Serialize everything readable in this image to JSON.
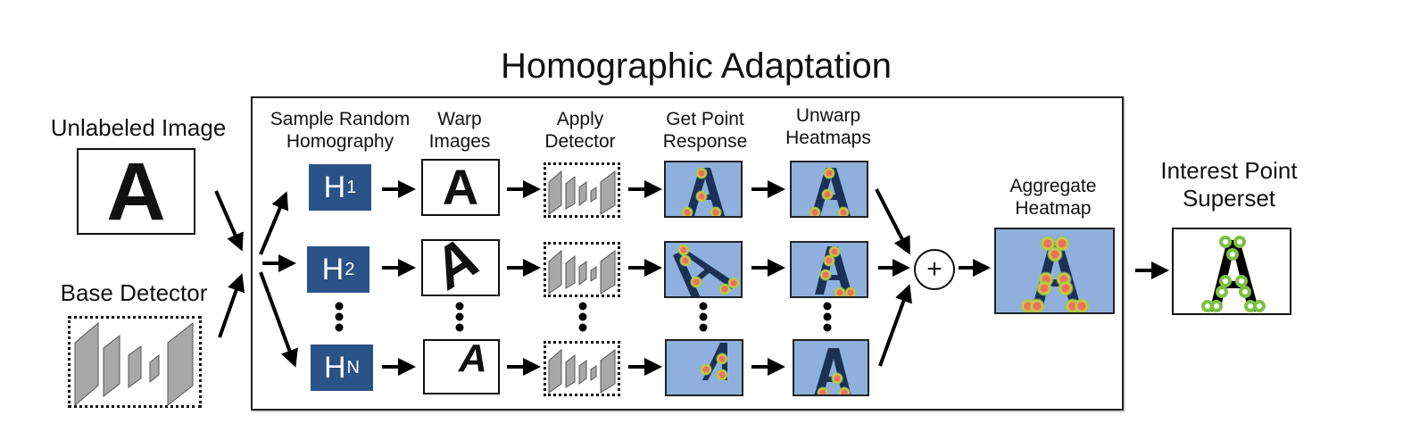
{
  "title": "Homographic Adaptation",
  "inputs": {
    "unlabeled_image": {
      "label": "Unlabeled Image",
      "glyph": "A"
    },
    "base_detector": {
      "label": "Base Detector"
    }
  },
  "stages": [
    {
      "id": "sample",
      "label_line1": "Sample Random",
      "label_line2": "Homography"
    },
    {
      "id": "warp",
      "label_line1": "Warp",
      "label_line2": "Images"
    },
    {
      "id": "apply",
      "label_line1": "Apply",
      "label_line2": "Detector"
    },
    {
      "id": "response",
      "label_line1": "Get Point",
      "label_line2": "Response"
    },
    {
      "id": "unwarp",
      "label_line1": "Unwarp",
      "label_line2": "Heatmaps"
    }
  ],
  "homographies": [
    {
      "letter": "H",
      "subscript": "1"
    },
    {
      "letter": "H",
      "subscript": "2"
    },
    {
      "letter": "H",
      "subscript": "N"
    }
  ],
  "warped_glyph": "A",
  "aggregate": {
    "label_line1": "Aggregate",
    "label_line2": "Heatmap",
    "operator": "+"
  },
  "output": {
    "label_line1": "Interest Point",
    "label_line2": "Superset"
  },
  "colors": {
    "homography_box": "#2b5286",
    "heatmap_bg": "#8fb0dc",
    "letter_dark": "#1c3157",
    "detector_layer": "#a8a8a8",
    "heat_center": "#e8735a",
    "heat_ring": "#9ccc4a",
    "superset_point": "#7cc242"
  }
}
